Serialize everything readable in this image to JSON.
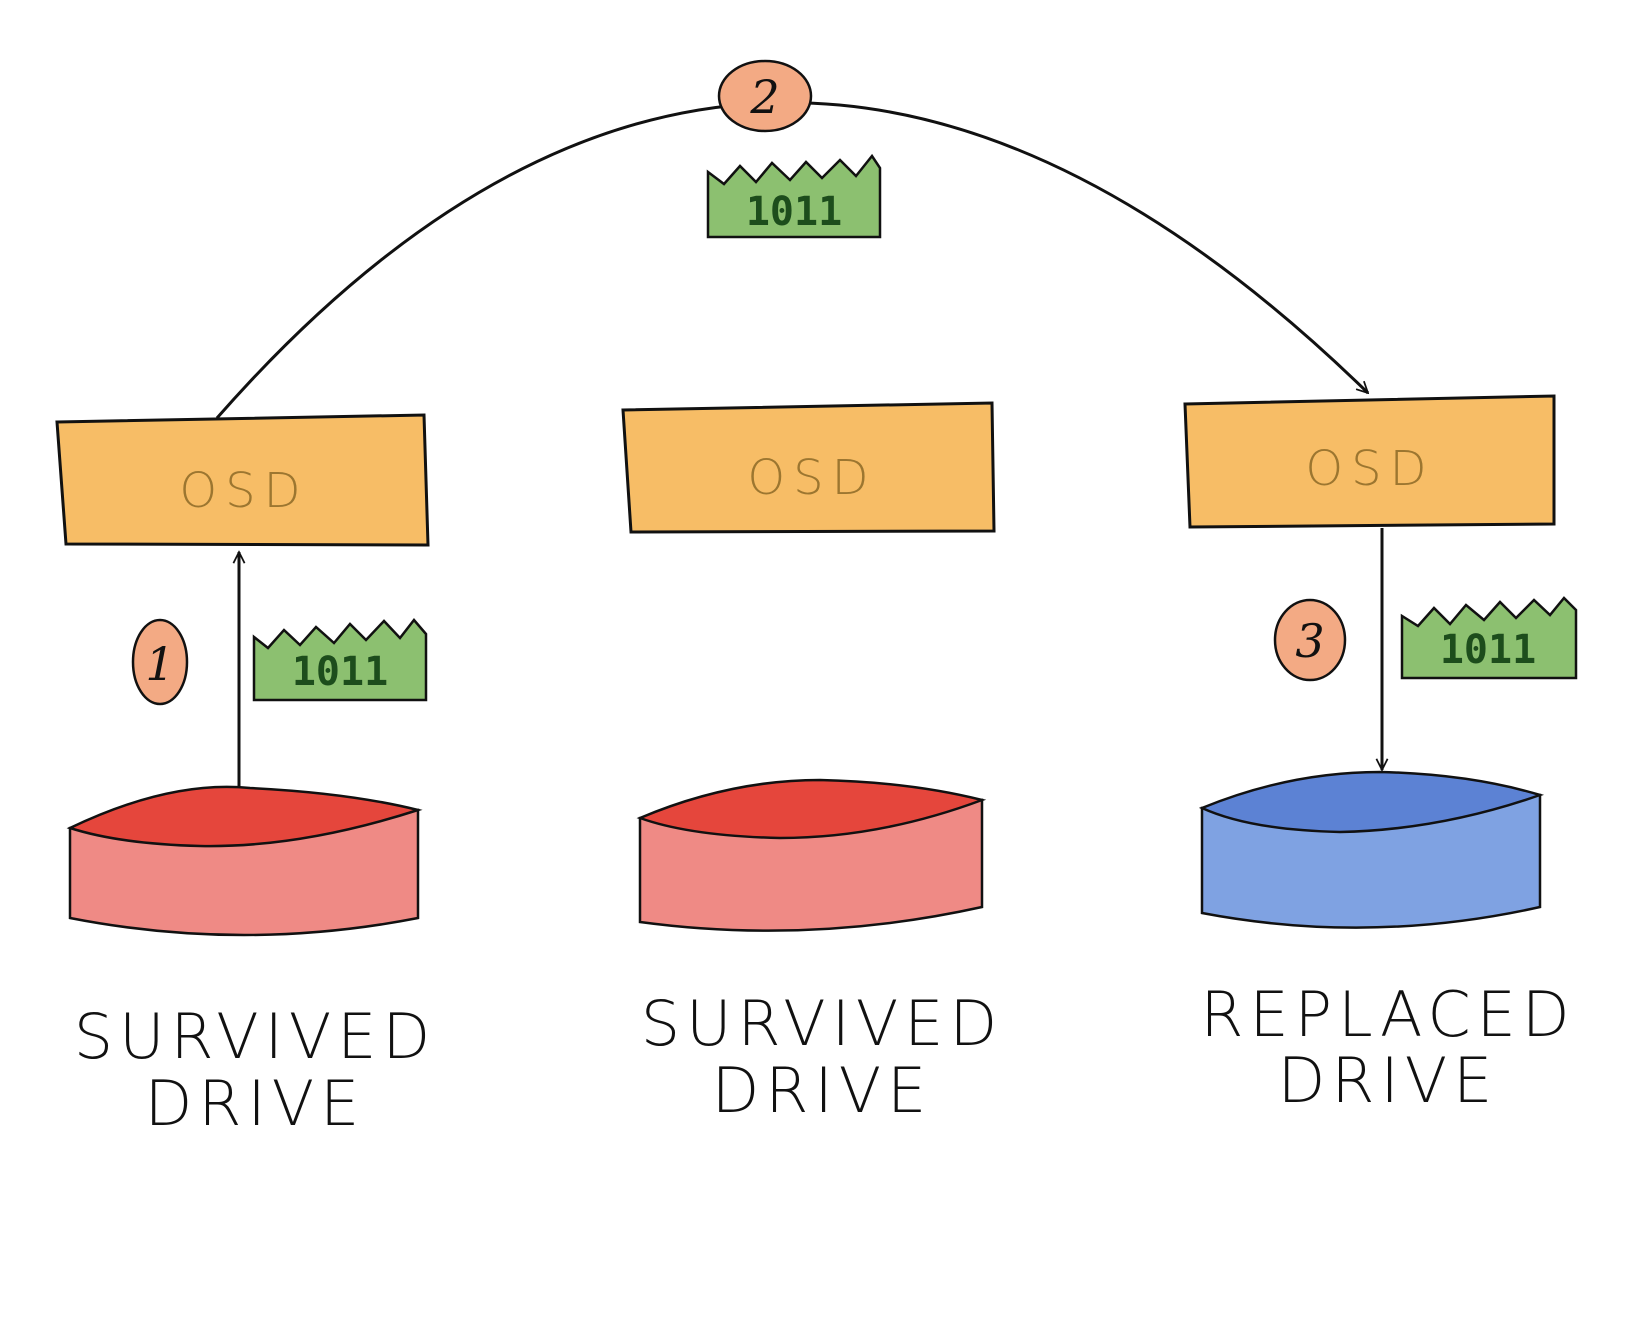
{
  "colors": {
    "osd_fill": "#f7bd66",
    "osd_text": "#9c7630",
    "survived_drive_top": "#e5463c",
    "survived_drive_side": "#ef8a85",
    "replaced_drive_top": "#5c82d4",
    "replaced_drive_side": "#7fa2e2",
    "data_chunk_fill": "#8cc070",
    "data_chunk_text": "#1d4d1c",
    "step_badge_fill": "#f3aa84",
    "stroke": "#111111"
  },
  "nodes": [
    {
      "osd_label": "OSD",
      "drive_kind": "survived",
      "drive_label_line1": "SURVIVED",
      "drive_label_line2": "DRIVE"
    },
    {
      "osd_label": "OSD",
      "drive_kind": "survived",
      "drive_label_line1": "SURVIVED",
      "drive_label_line2": "DRIVE"
    },
    {
      "osd_label": "OSD",
      "drive_kind": "replaced",
      "drive_label_line1": "REPLACED",
      "drive_label_line2": "DRIVE"
    }
  ],
  "steps": [
    {
      "number": "1",
      "data_chunk": "1011"
    },
    {
      "number": "2",
      "data_chunk": "1011"
    },
    {
      "number": "3",
      "data_chunk": "1011"
    }
  ]
}
